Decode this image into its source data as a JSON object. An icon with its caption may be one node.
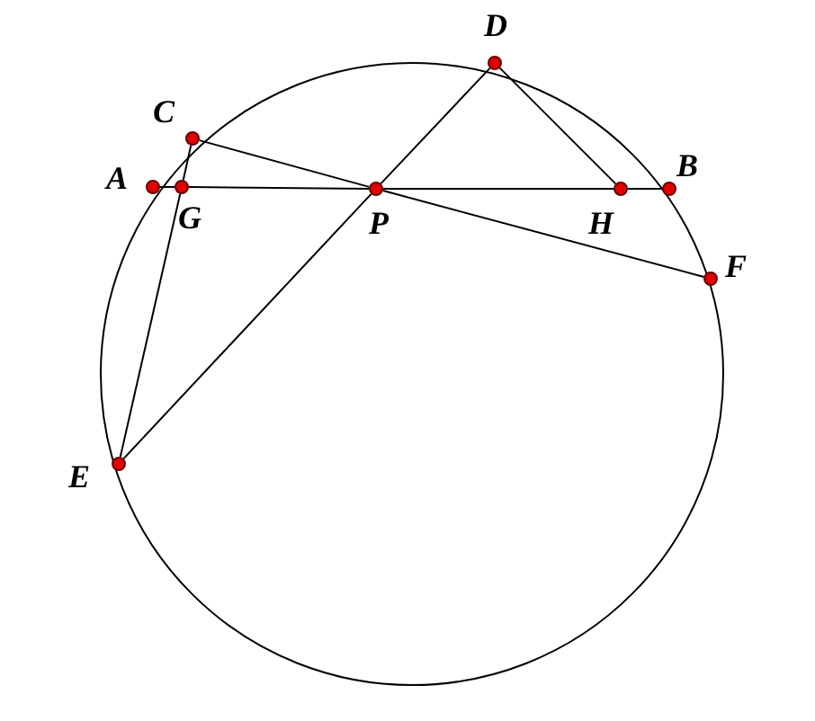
{
  "diagram": {
    "nodes": [
      {
        "text": [
          "D"
        ]
      },
      {
        "text": [
          "C"
        ]
      },
      {
        "text": [
          "A"
        ]
      },
      {
        "text": [
          "G"
        ]
      },
      {
        "text": [
          "P"
        ]
      },
      {
        "text": [
          "H"
        ]
      },
      {
        "text": [
          "B"
        ]
      },
      {
        "text": [
          "F"
        ]
      },
      {
        "text": [
          "E"
        ]
      }
    ],
    "edges": [
      {
        "from": 2,
        "to": 3,
        "arrow": "none"
      },
      {
        "from": 3,
        "to": 4,
        "arrow": "none"
      },
      {
        "from": 4,
        "to": 5,
        "arrow": "none"
      },
      {
        "from": 5,
        "to": 6,
        "arrow": "none"
      },
      {
        "from": 1,
        "to": 3,
        "arrow": "none"
      },
      {
        "from": 3,
        "to": 8,
        "arrow": "none"
      },
      {
        "from": 1,
        "to": 4,
        "arrow": "none"
      },
      {
        "from": 4,
        "to": 7,
        "arrow": "none"
      },
      {
        "from": 0,
        "to": 4,
        "arrow": "none"
      },
      {
        "from": 4,
        "to": 8,
        "arrow": "none"
      },
      {
        "from": 0,
        "to": 5,
        "arrow": "none"
      }
    ]
  }
}
